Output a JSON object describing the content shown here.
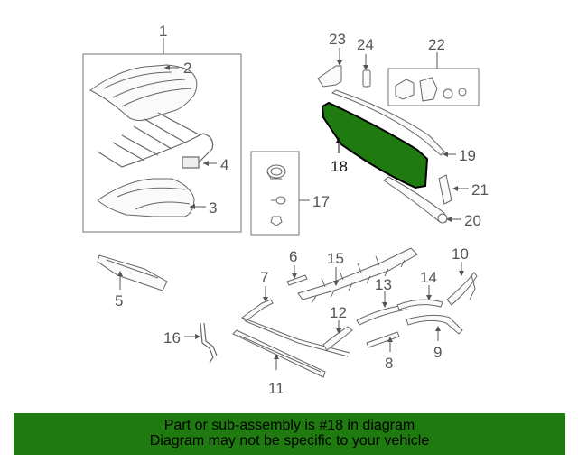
{
  "diagram": {
    "callouts": {
      "c1": "1",
      "c2": "2",
      "c3": "3",
      "c4": "4",
      "c5": "5",
      "c6": "6",
      "c7": "7",
      "c8": "8",
      "c9": "9",
      "c10": "10",
      "c11": "11",
      "c12": "12",
      "c13": "13",
      "c14": "14",
      "c15": "15",
      "c16": "16",
      "c17": "17",
      "c18": "18",
      "c19": "19",
      "c20": "20",
      "c21": "21",
      "c22": "22",
      "c23": "23",
      "c24": "24"
    },
    "highlight_color": "#1f7a10",
    "line_color": "#555555"
  },
  "banner": {
    "line1": "Part or sub-assembly is #18 in diagram",
    "line2": "Diagram may not be specific to your vehicle",
    "color": "#1f7a10"
  }
}
